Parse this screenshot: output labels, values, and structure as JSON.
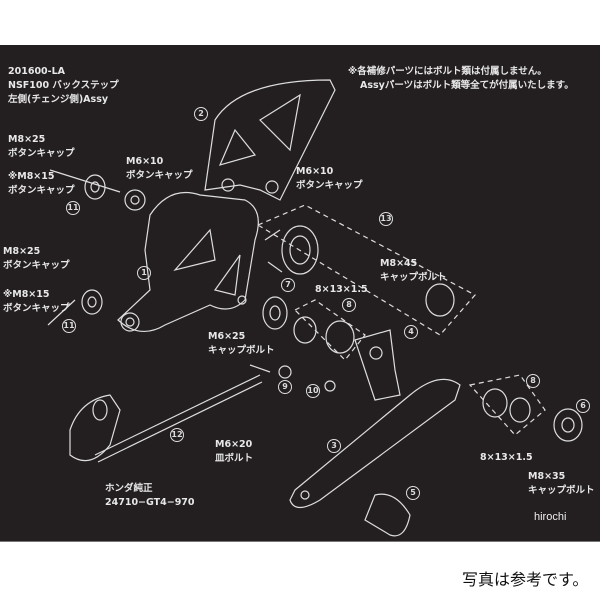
{
  "header": {
    "part_number": "201600-LA",
    "product_name": "NSF100 バックステップ",
    "side": "左側(チェンジ側)Assy"
  },
  "note": {
    "line1": "※各補修パーツにはボルト類は付属しません。",
    "line2": "Assyパーツはボルト類等全てが付属いたします。"
  },
  "labels": {
    "m8x25_top": {
      "size": "M8×25",
      "type": "ボタンキャップ"
    },
    "m8x15_top": {
      "size": "※M8×15",
      "type": "ボタンキャップ"
    },
    "m6x10_left": {
      "size": "M6×10",
      "type": "ボタンキャップ"
    },
    "m6x10_right": {
      "size": "M6×10",
      "type": "ボタンキャップ"
    },
    "m8x25_bottom": {
      "size": "M8×25",
      "type": "ボタンキャップ"
    },
    "m8x15_bottom": {
      "size": "※M8×15",
      "type": "ボタンキャップ"
    },
    "m8x45": {
      "size": "M8×45",
      "type": "キャップボルト"
    },
    "washer_top": "8×13×1.5",
    "m6x25": {
      "size": "M6×25",
      "type": "キャップボルト"
    },
    "m6x20": {
      "size": "M6×20",
      "type": "皿ボルト"
    },
    "washer_bottom": "8×13×1.5",
    "m8x35": {
      "size": "M8×35",
      "type": "キャップボルト"
    },
    "honda": {
      "line1": "ホンダ純正",
      "line2": "24710−GT4−970"
    }
  },
  "callouts": [
    "1",
    "2",
    "3",
    "4",
    "5",
    "6",
    "7",
    "8",
    "8",
    "9",
    "10",
    "11",
    "11",
    "12",
    "13"
  ],
  "watermark": "hirochi",
  "caption": "写真は参考です。",
  "colors": {
    "background": "#231f20",
    "line": "#e8e8e8"
  }
}
